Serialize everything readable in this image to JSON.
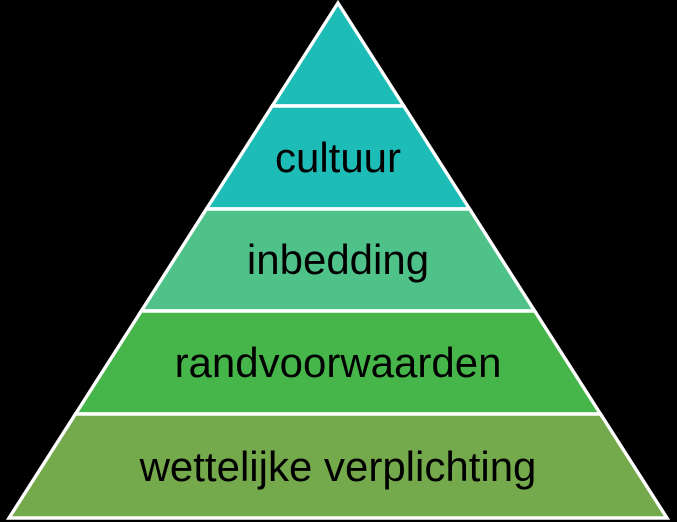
{
  "diagram": {
    "type": "pyramid",
    "background_color": "#000000",
    "outline_color": "#ffffff",
    "text_color": "#000000",
    "levels": [
      {
        "label": "",
        "color": "#1ebcb7"
      },
      {
        "label": "cultuur",
        "color": "#1ebcb7"
      },
      {
        "label": "inbedding",
        "color": "#4fc28a"
      },
      {
        "label": "randvoorwaarden",
        "color": "#46b64a"
      },
      {
        "label": "wettelijke verplichting",
        "color": "#74a94c"
      }
    ]
  }
}
